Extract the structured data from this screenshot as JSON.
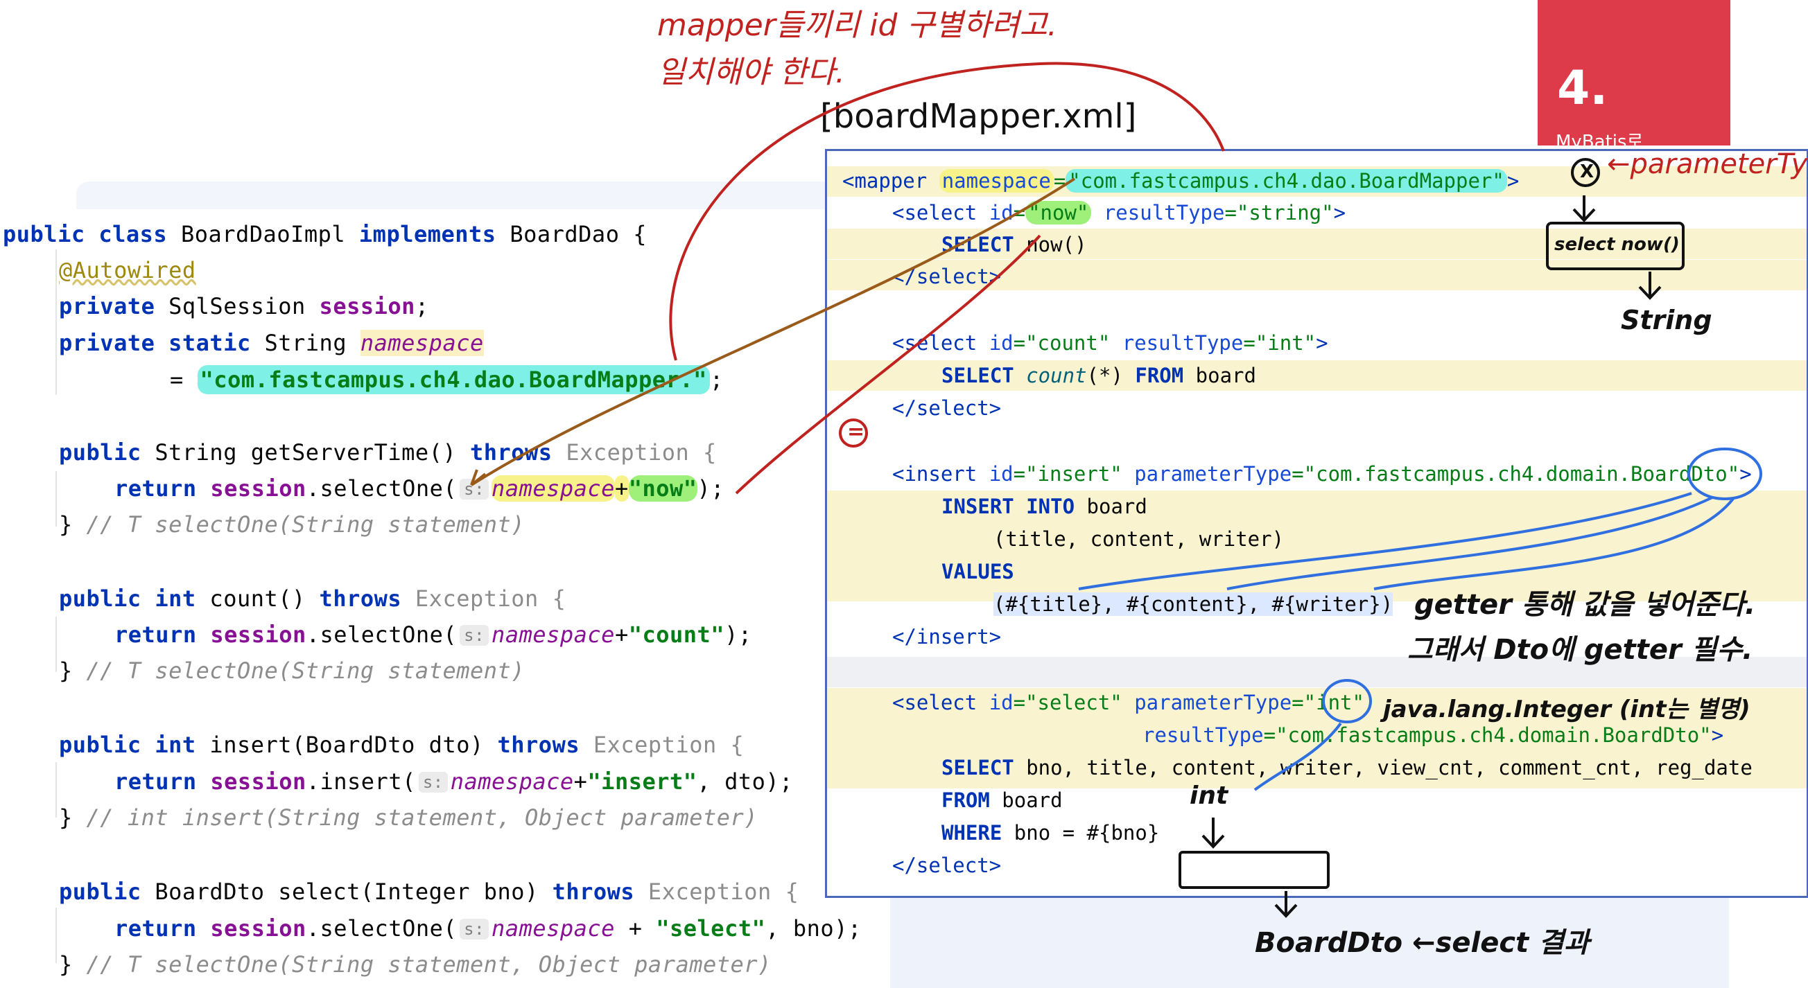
{
  "java": {
    "lines": {
      "class_decl_kw1": "public class",
      "class_name": " BoardDaoImpl ",
      "class_decl_kw2": "implements",
      "class_iface": " BoardDao {",
      "autowired": "@Autowired",
      "field_kw": "private",
      "field_type": " SqlSession ",
      "field_name": "session",
      "field_end": ";",
      "ns_kw": "private static",
      "ns_type": " String ",
      "ns_name": "namespace",
      "ns_eq": "= ",
      "ns_value": "\"com.fastcampus.ch4.dao.BoardMapper.\"",
      "ns_end": ";",
      "m1_sig_kw": "public",
      "m1_sig": " String getServerTime() ",
      "m1_throws": "throws",
      "m1_exc": " Exception {",
      "m1_ret_kw": "return",
      "m1_session": " session",
      "m1_call": ".selectOne(",
      "m1_hint": "s:",
      "m1_ns": "namespace",
      "m1_plus": "+",
      "m1_arg": "\"now\"",
      "m1_end": ");",
      "m1_close": "} ",
      "m1_cmt": "// T selectOne(String statement)",
      "m2_sig_kw": "public int",
      "m2_sig": " count() ",
      "m2_throws": "throws",
      "m2_exc": " Exception {",
      "m2_ret_kw": "return",
      "m2_session": " session",
      "m2_call": ".selectOne(",
      "m2_hint": "s:",
      "m2_ns": "namespace",
      "m2_plus": "+",
      "m2_arg": "\"count\"",
      "m2_end": ");",
      "m2_close": "} ",
      "m2_cmt": "// T selectOne(String statement)",
      "m3_sig_kw": "public int",
      "m3_sig": " insert(BoardDto dto) ",
      "m3_throws": "throws",
      "m3_exc": " Exception {",
      "m3_ret_kw": "return",
      "m3_session": " session",
      "m3_call": ".insert(",
      "m3_hint": "s:",
      "m3_ns": "namespace",
      "m3_plus": "+",
      "m3_arg": "\"insert\"",
      "m3_end": ", dto);",
      "m3_close": "} ",
      "m3_cmt": "// int insert(String statement, Object parameter)",
      "m4_sig_kw": "public",
      "m4_sig": " BoardDto select(Integer bno) ",
      "m4_throws": "throws",
      "m4_exc": " Exception {",
      "m4_ret_kw": "return",
      "m4_session": " session",
      "m4_call": ".selectOne(",
      "m4_hint": "s:",
      "m4_ns": "namespace",
      "m4_plus": " + ",
      "m4_arg": "\"select\"",
      "m4_end": ", bno);",
      "m4_close": "} ",
      "m4_cmt": "// T selectOne(String statement, Object parameter)"
    }
  },
  "xml": {
    "title": "[boardMapper.xml]",
    "lines": {
      "mapper_open": "<mapper ",
      "mapper_attr": "namespace",
      "mapper_eq": "=",
      "mapper_val": "\"com.fastcampus.ch4.dao.BoardMapper\"",
      "mapper_close": ">",
      "s1_open": "<select ",
      "s1_id_attr": "id",
      "s1_id_eq": "=",
      "s1_id_val": "\"now\"",
      "s1_rt_attr": " resultType",
      "s1_rt_val": "=\"string\"",
      "s1_close": ">",
      "s1_sql_kw": "SELECT",
      "s1_sql_fn": " now()",
      "s1_end": "</select>",
      "s2_open": "<select ",
      "s2_id_attr": "id",
      "s2_id_val": "=\"count\"",
      "s2_rt_attr": " resultType",
      "s2_rt_val": "=\"int\"",
      "s2_close": ">",
      "s2_sql_kw": "SELECT",
      "s2_sql_fn": " count",
      "s2_sql_rest": "(*) ",
      "s2_sql_from": "FROM",
      "s2_sql_tbl": " board",
      "s2_end": "</select>",
      "s3_open": "<insert ",
      "s3_id_attr": "id",
      "s3_id_val": "=\"insert\"",
      "s3_pt_attr": " parameterType",
      "s3_pt_val": "=\"com.fastcampus.ch4.domain.BoardDto\"",
      "s3_close": ">",
      "s3_sql1_kw": "INSERT INTO",
      "s3_sql1_tbl": " board",
      "s3_sql2": "(title, content, writer)",
      "s3_sql3": "VALUES",
      "s3_sql4": "(#{title}, #{content}, #{writer})",
      "s3_end": "</insert>",
      "s4_open": "<select ",
      "s4_id_attr": "id",
      "s4_id_val": "=\"select\"",
      "s4_pt_attr": " parameterType",
      "s4_pt_val": "=\"int\"",
      "s4_rt_attr": "resultType",
      "s4_rt_val": "=\"com.fastcampus.ch4.domain.BoardDto\"",
      "s4_close": ">",
      "s4_sql1_kw": "SELECT",
      "s4_sql1_cols": " bno, title, content, writer, view_cnt, comment_cnt, reg_date",
      "s4_sql2_kw": "FROM",
      "s4_sql2_tbl": " board",
      "s4_sql3_kw": "WHERE",
      "s4_sql3_rest": " bno = #{bno}",
      "s4_end": "</select>"
    }
  },
  "badge": {
    "number": "4.",
    "caption": "MyBatis로",
    "color": "#dd3b4a"
  },
  "annotations": {
    "top_red_line1": "mapper들끼리 id 구별하려고.",
    "top_red_line2": "일치해야 한다.",
    "equal_sign": "=",
    "x_mark": "X",
    "parameter_type": "←parameterType",
    "select_now_box": "select now()",
    "string_label": "String",
    "getter_line1": "getter 통해 값을 넣어준다.",
    "getter_line2": "그래서 Dto에 getter 필수.",
    "java_lang_integer": "java.lang.Integer (int는 별명)",
    "int_label": "int",
    "boarddto_result": "BoardDto ←select 결과"
  }
}
